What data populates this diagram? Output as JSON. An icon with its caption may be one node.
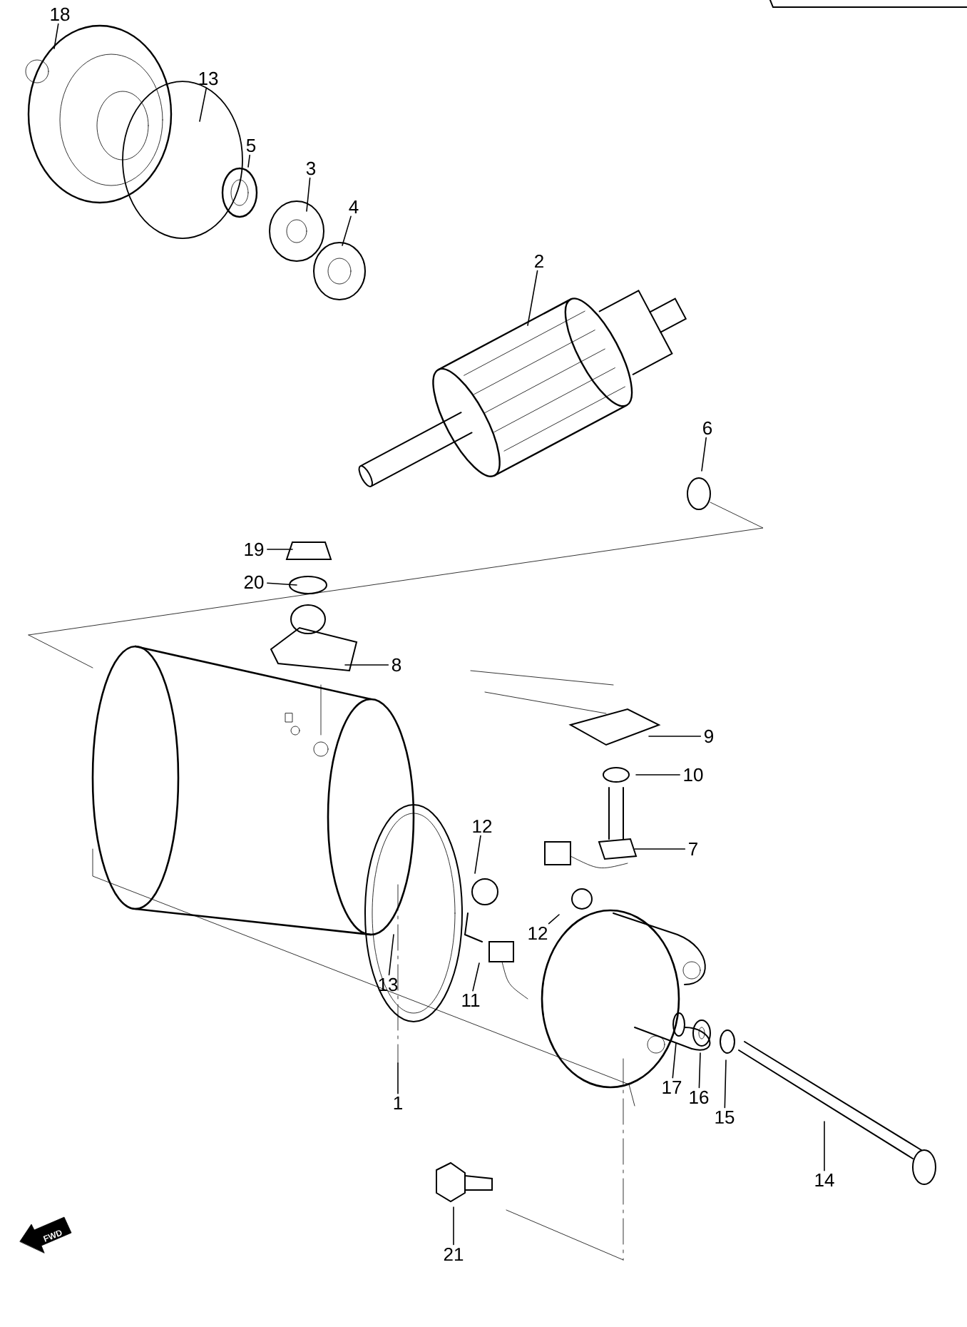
{
  "diagram": {
    "nodes": [
      {
        "text": [
          "18"
        ]
      },
      {
        "text": [
          "13"
        ]
      },
      {
        "text": [
          "5"
        ]
      },
      {
        "text": [
          "3"
        ]
      },
      {
        "text": [
          "4"
        ]
      },
      {
        "text": [
          "2"
        ]
      },
      {
        "text": [
          "6"
        ]
      },
      {
        "text": [
          "19"
        ]
      },
      {
        "text": [
          "20"
        ]
      },
      {
        "text": [
          "8"
        ]
      },
      {
        "text": [
          "9"
        ]
      },
      {
        "text": [
          "10"
        ]
      },
      {
        "text": [
          "7"
        ]
      },
      {
        "text": [
          "12"
        ]
      },
      {
        "text": [
          "12"
        ]
      },
      {
        "text": [
          "13"
        ]
      },
      {
        "text": [
          "11"
        ]
      },
      {
        "text": [
          "1"
        ]
      },
      {
        "text": [
          "17"
        ]
      },
      {
        "text": [
          "16"
        ]
      },
      {
        "text": [
          "15"
        ]
      },
      {
        "text": [
          "14"
        ]
      },
      {
        "text": [
          "21"
        ]
      }
    ],
    "edges": [
      {
        "from": 0,
        "to": null,
        "arrow": "none"
      },
      {
        "from": 1,
        "to": null,
        "arrow": "none"
      },
      {
        "from": 2,
        "to": null,
        "arrow": "none"
      },
      {
        "from": 3,
        "to": null,
        "arrow": "none"
      },
      {
        "from": 4,
        "to": null,
        "arrow": "none"
      },
      {
        "from": 5,
        "to": null,
        "arrow": "none"
      },
      {
        "from": 6,
        "to": null,
        "arrow": "none"
      },
      {
        "from": 7,
        "to": null,
        "arrow": "none"
      },
      {
        "from": 8,
        "to": null,
        "arrow": "none"
      },
      {
        "from": 9,
        "to": null,
        "arrow": "none"
      },
      {
        "from": 10,
        "to": null,
        "arrow": "none"
      },
      {
        "from": 11,
        "to": null,
        "arrow": "none"
      },
      {
        "from": 12,
        "to": null,
        "arrow": "none"
      },
      {
        "from": 13,
        "to": null,
        "arrow": "none"
      },
      {
        "from": 14,
        "to": null,
        "arrow": "none"
      },
      {
        "from": 15,
        "to": null,
        "arrow": "none"
      },
      {
        "from": 16,
        "to": null,
        "arrow": "none"
      },
      {
        "from": 17,
        "to": null,
        "arrow": "none"
      },
      {
        "from": 18,
        "to": null,
        "arrow": "none"
      },
      {
        "from": 19,
        "to": null,
        "arrow": "none"
      },
      {
        "from": 20,
        "to": null,
        "arrow": "none"
      },
      {
        "from": 21,
        "to": null,
        "arrow": "none"
      },
      {
        "from": 22,
        "to": null,
        "arrow": "none"
      }
    ],
    "labels": [
      "FWD"
    ]
  }
}
